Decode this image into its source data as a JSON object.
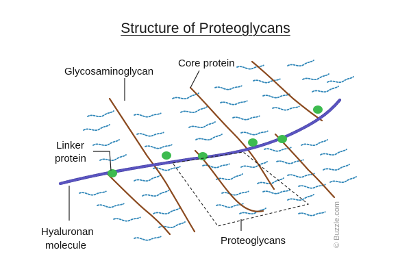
{
  "title": "Structure of Proteoglycans",
  "labels": {
    "glycosaminoglycan": "Glycosaminoglycan",
    "core_protein": "Core protein",
    "linker_line1": "Linker",
    "linker_line2": "protein",
    "hyaluronan_line1": "Hyaluronan",
    "hyaluronan_line2": "molecule",
    "proteoglycans": "Proteoglycans"
  },
  "watermark": "© Buzzle.com",
  "colors": {
    "hyaluronan": "#2e2a8a",
    "core_protein": "#8b4a1f",
    "gag_chain": "#2f86b8",
    "linker": "#3dbb4f",
    "label_line": "#222222"
  }
}
